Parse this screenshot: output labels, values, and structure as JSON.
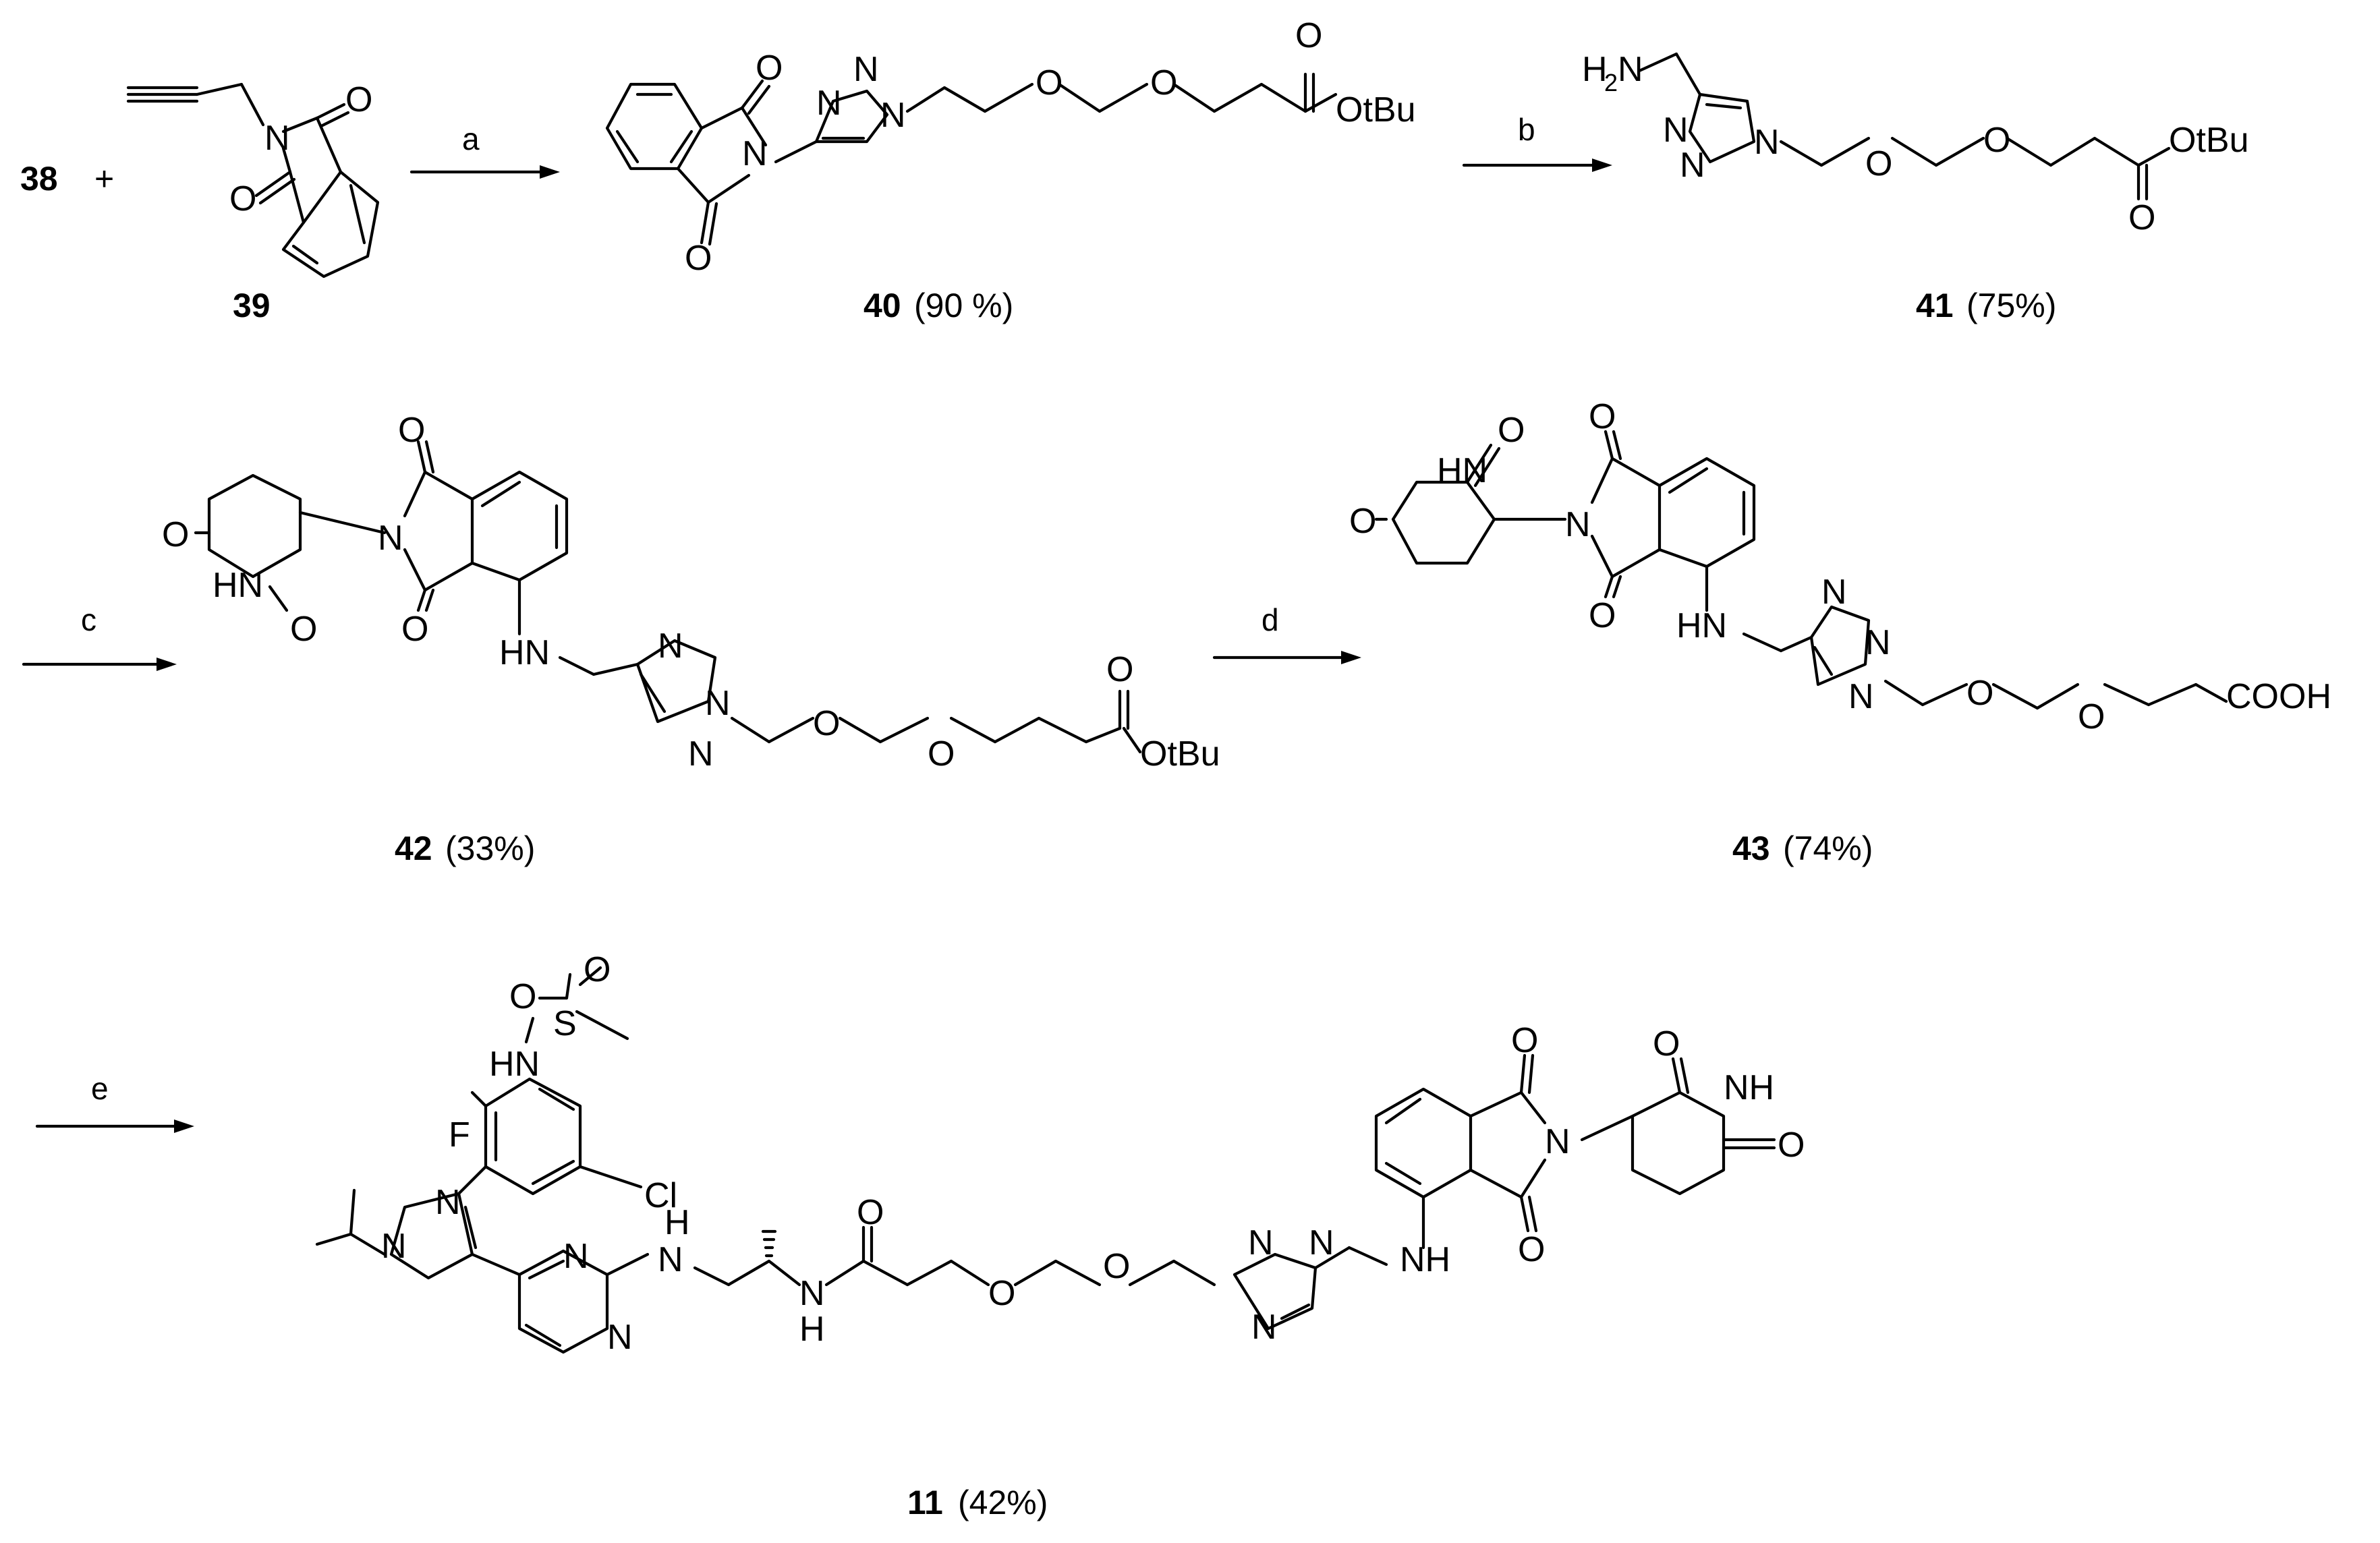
{
  "compounds": {
    "c38": {
      "number": "38"
    },
    "c39": {
      "number": "39"
    },
    "c40": {
      "number": "40",
      "yield": "(90 %)"
    },
    "c41": {
      "number": "41",
      "yield": "(75%)"
    },
    "c42": {
      "number": "42",
      "yield": "(33%)"
    },
    "c43": {
      "number": "43",
      "yield": "(74%)"
    },
    "c11": {
      "number": "11",
      "yield": "(42%)"
    }
  },
  "plus_sign": "+",
  "steps": {
    "a": "a",
    "b": "b",
    "c": "c",
    "d": "d",
    "e": "e"
  },
  "atoms": {
    "O": "O",
    "N": "N",
    "H": "H",
    "HN": "HN",
    "NH": "NH",
    "F": "F",
    "Cl": "Cl",
    "S": "S",
    "H2N": "H",
    "two": "2",
    "OtBu": "OtBu",
    "COOH": "COOH"
  }
}
